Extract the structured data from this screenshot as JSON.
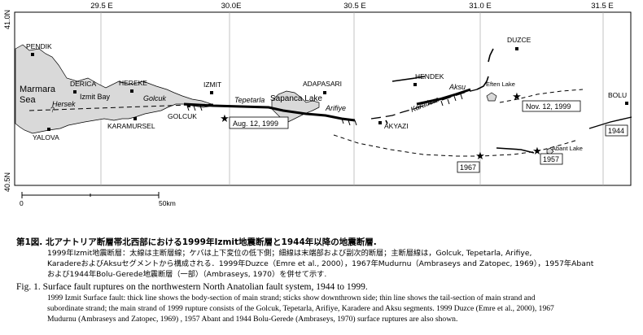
{
  "map": {
    "longitudes": [
      "29.5 E",
      "30.0E",
      "30.5 E",
      "31.0 E",
      "31.5 E"
    ],
    "latitudes": {
      "top": "41.0N",
      "bottom": "40.5N"
    },
    "sea": [
      "Marmara",
      "Sea"
    ],
    "cities": [
      "PENDIK",
      "DERICA",
      "HEREKE",
      "IZMIT",
      "YALOVA",
      "KARAMURSEL",
      "GOLCUK",
      "ADAPASARI",
      "AKYAZI",
      "HENDEK",
      "DUZCE",
      "BOLU"
    ],
    "lakes": [
      "Sapanca Lake",
      "Eften Lake",
      "Abant Lake"
    ],
    "features": [
      "Izmit Bay"
    ],
    "segments": [
      "Hersek",
      "Golcuk",
      "Tepetarla",
      "Arifiye",
      "Karadere",
      "Aksu"
    ],
    "question_mark": "?",
    "events": [
      "Aug. 12, 1999",
      "Nov. 12, 1999",
      "1967",
      "1957",
      "1944"
    ],
    "scale": {
      "start": "0",
      "end": "50km"
    }
  },
  "caption": {
    "jp_title": "第1図.  北アナトリア断層帯北西部における1999年Izmit地震断層と1944年以降の地震断層.",
    "jp_lines": [
      "1999年Izmit地震断層：太線は主断層線；ケバは上下変位の低下側；細線は末端部および副次的断層；主断層線は，Golcuk, Tepetarla, Arifiye,",
      "KaradereおよびAksuセグメントから構成される．1999年Duzce（Emre et al., 2000），1967年Mudurnu（Ambraseys and Zatopec, 1969），1957年Abant",
      "および1944年Bolu-Gerede地震断層（一部）（Ambraseys, 1970）を併せて示す."
    ],
    "en_title": "Fig. 1. Surface fault ruptures on the northwestern North Anatolian fault system, 1944 to 1999.",
    "en_lines": [
      "1999 Izmit Surface fault: thick line shows the body-section of main strand; sticks show downthrown side; thin line shows the tail-section of main strand and",
      "subordinate strand; the main strand of 1999 rupture consists of the Golcuk, Tepetarla, Arifiye, Karadere and Aksu segments. 1999 Duzce (Emre et al., 2000), 1967",
      "Mudurnu (Ambraseys and Zatopec, 1969) , 1957 Abant and 1944 Bolu-Gerede (Ambraseys, 1970) surface ruptures are also shown."
    ]
  }
}
